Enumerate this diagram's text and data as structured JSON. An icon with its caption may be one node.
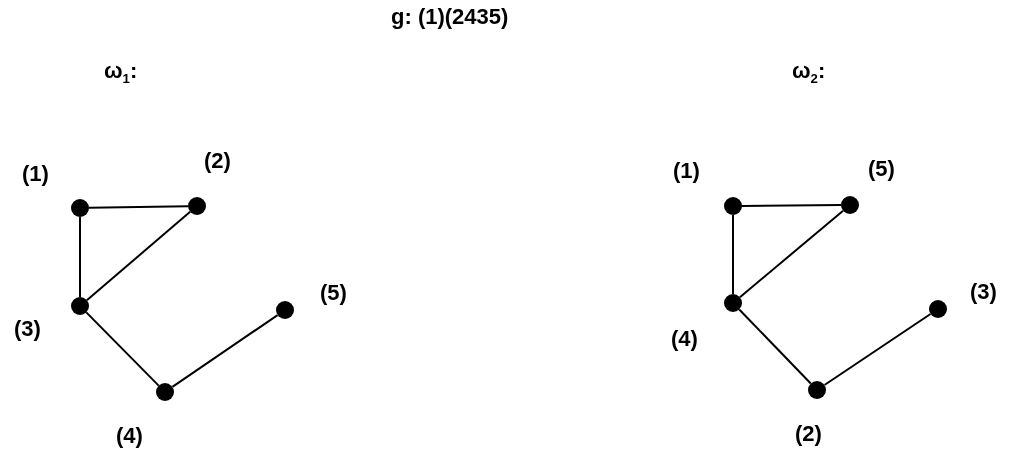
{
  "diagram": {
    "title": "g: (1)(2435)",
    "nodes": [
      {
        "text": [],
        "shape": "circle",
        "beside": [
          "(1)"
        ]
      },
      {
        "text": [],
        "shape": "circle",
        "beside": [
          "(2)"
        ]
      },
      {
        "text": [],
        "shape": "circle",
        "beside": [
          "(3)"
        ]
      },
      {
        "text": [],
        "shape": "circle",
        "beside": [
          "(5)"
        ]
      },
      {
        "text": [],
        "shape": "circle",
        "beside": [
          "(4)"
        ]
      },
      {
        "text": [],
        "shape": "circle",
        "beside": [
          "(1)"
        ]
      },
      {
        "text": [],
        "shape": "circle",
        "beside": [
          "(5)"
        ]
      },
      {
        "text": [],
        "shape": "circle",
        "beside": [
          "(4)"
        ]
      },
      {
        "text": [],
        "shape": "circle",
        "beside": [
          "(3)"
        ]
      },
      {
        "text": [],
        "shape": "circle",
        "beside": [
          "(2)"
        ]
      }
    ],
    "edges": [
      {
        "from": 0,
        "to": 1,
        "arrow": "none"
      },
      {
        "from": 0,
        "to": 2,
        "arrow": "none"
      },
      {
        "from": 1,
        "to": 2,
        "arrow": "none"
      },
      {
        "from": 2,
        "to": 4,
        "arrow": "none"
      },
      {
        "from": 4,
        "to": 3,
        "arrow": "none"
      },
      {
        "from": 5,
        "to": 6,
        "arrow": "none"
      },
      {
        "from": 5,
        "to": 7,
        "arrow": "none"
      },
      {
        "from": 6,
        "to": 7,
        "arrow": "none"
      },
      {
        "from": 7,
        "to": 9,
        "arrow": "none"
      },
      {
        "from": 9,
        "to": 8,
        "arrow": "none"
      }
    ],
    "labels": [
      "ω$_{1}$:",
      "ω$_{2}$:"
    ]
  }
}
